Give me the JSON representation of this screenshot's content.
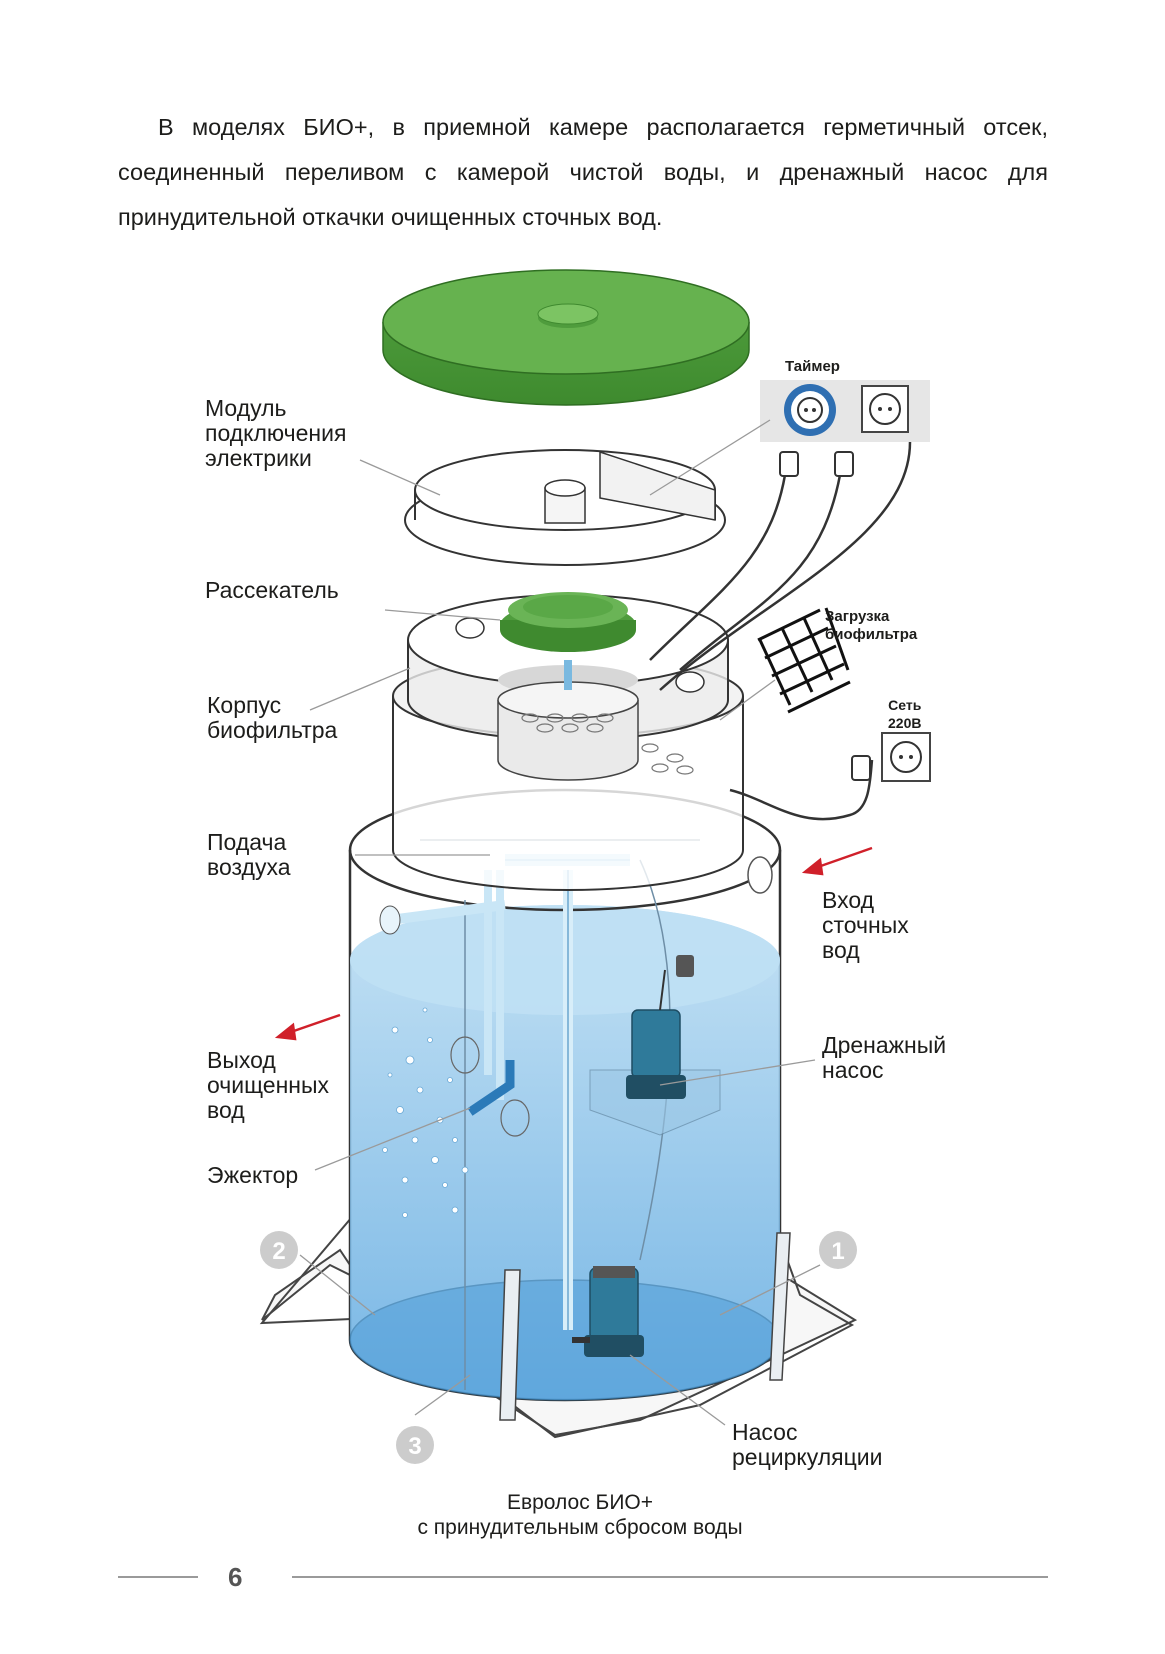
{
  "intro": "В моделях БИО+, в приемной камере располагается герметичный отсек, соединенный переливом с камерой чистой воды, и дренажный насос для принудительной откачки очищенных сточных вод.",
  "labels": {
    "module": "Модуль\nподключения\nэлектрики",
    "timer": "Таймер",
    "splitter": "Рассекатель",
    "bio_load": "Загрузка\nбиофильтра",
    "body": "Корпус\nбиофильтра",
    "network": "Сеть\n220В",
    "air": "Подача\nвоздуха",
    "inlet": "Вход\nсточных\nвод",
    "outlet": "Выход\nочищенных\nвод",
    "drain_pump": "Дренажный\nнасос",
    "ejector": "Эжектор",
    "recirc_pump": "Насос\nрециркуляции"
  },
  "markers": [
    "1",
    "2",
    "3"
  ],
  "caption": "Евролос БИО+\nс принудительным сбросом воды",
  "page_number": "6",
  "colors": {
    "lid_green": "#5aa847",
    "water": "#7fbfe8",
    "arrow_red": "#d0202a",
    "pump_blue": "#2f7a9a"
  }
}
